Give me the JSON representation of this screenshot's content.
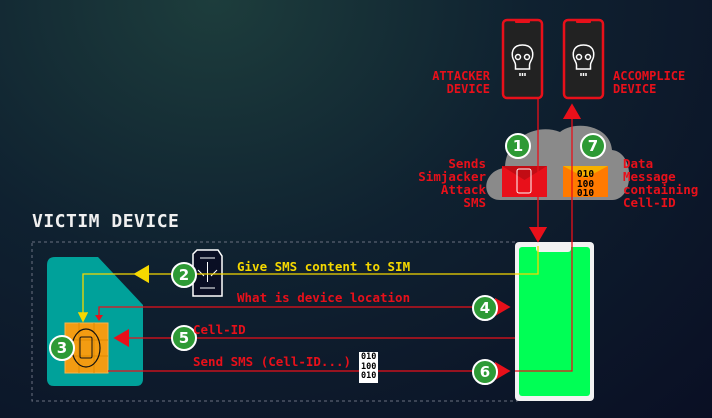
{
  "attacker": {
    "label_line1": "ATTACKER",
    "label_line2": "DEVICE",
    "icon": "skull-icon"
  },
  "accomplice": {
    "label_line1": "ACCOMPLICE",
    "label_line2": "DEVICE",
    "icon": "skull-icon"
  },
  "network": {
    "step1": {
      "number": "1",
      "lines": [
        "Sends",
        "Simjacker",
        "Attack",
        "SMS"
      ]
    },
    "step7": {
      "number": "7",
      "lines": [
        "Data",
        "Message",
        "containing",
        "Cell-ID"
      ]
    },
    "binary": [
      "010",
      "100",
      "010"
    ]
  },
  "victim": {
    "title": "VICTIM DEVICE",
    "step2": {
      "number": "2",
      "label": "Give SMS content to SIM"
    },
    "step3": {
      "number": "3"
    },
    "step4": {
      "number": "4",
      "label": "What is device location"
    },
    "step5": {
      "number": "5",
      "label": "Cell-ID"
    },
    "step6": {
      "number": "6",
      "label": "Send SMS (Cell-ID...)"
    },
    "binary": [
      "010",
      "100",
      "010"
    ]
  },
  "colors": {
    "red": "#e8101a",
    "yellow": "#f5d800",
    "green_badge": "#2e9a35",
    "sim_teal": "#00a19a",
    "chip_orange": "#f39c12",
    "phone_screen": "#00ff55"
  }
}
